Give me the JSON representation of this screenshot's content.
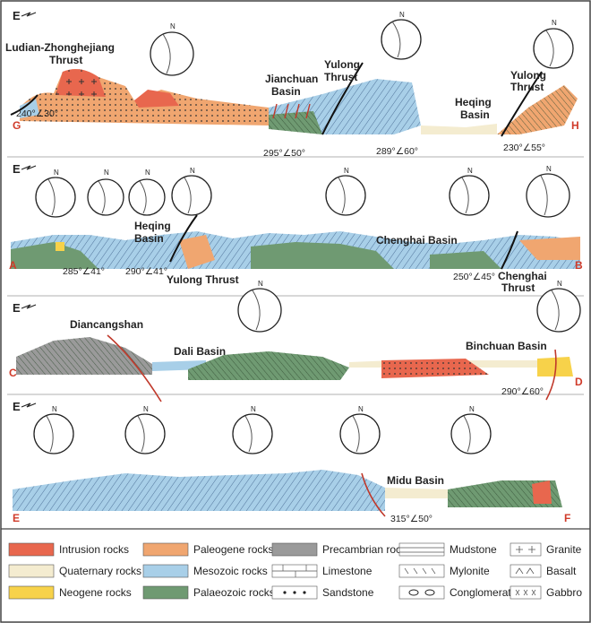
{
  "colors": {
    "intrusion": "#e8674e",
    "quaternary": "#f4ecd0",
    "neogene": "#f7d24a",
    "paleogene": "#f0a670",
    "mesozoic": "#a8cfe8",
    "palaeozoic": "#6f9a72",
    "precambrian": "#9a9a9a",
    "fault": "#c0392b"
  },
  "north_label": "N",
  "direction_label": "E",
  "sections": [
    {
      "id": "GH",
      "start": "G",
      "end": "H",
      "labels": [
        "Ludian-Zhonghejiang",
        "Thrust",
        "Jianchuan",
        "Basin",
        "Yulong",
        "Thrust",
        "Heqing",
        "Basin",
        "Yulong",
        "Thrust"
      ],
      "angles": [
        "240°∠30°",
        "295°∠50°",
        "289°∠60°",
        "230°∠55°"
      ]
    },
    {
      "id": "AB",
      "start": "A",
      "end": "B",
      "labels": [
        "Heqing",
        "Basin",
        "Yulong Thrust",
        "Chenghai Basin",
        "Chenghai",
        "Thrust"
      ],
      "angles": [
        "285°∠41°",
        "290°∠41°",
        "250°∠45°"
      ]
    },
    {
      "id": "CD",
      "start": "C",
      "end": "D",
      "labels": [
        "Diancangshan",
        "Dali Basin",
        "Binchuan Basin"
      ],
      "angles": [
        "290°∠60°"
      ]
    },
    {
      "id": "EF",
      "start": "E",
      "end": "F",
      "labels": [
        "Midu Basin"
      ],
      "angles": [
        "315°∠50°"
      ]
    }
  ],
  "legend": [
    {
      "label": "Intrusion rocks",
      "key": "intrusion"
    },
    {
      "label": "Quaternary rocks",
      "key": "quaternary"
    },
    {
      "label": "Neogene rocks",
      "key": "neogene"
    },
    {
      "label": "Paleogene rocks",
      "key": "paleogene"
    },
    {
      "label": "Mesozoic rocks",
      "key": "mesozoic"
    },
    {
      "label": "Palaeozoic rocks",
      "key": "palaeozoic"
    },
    {
      "label": "Precambrian rocks",
      "key": "precambrian"
    },
    {
      "label": "Limestone",
      "key": "limestone"
    },
    {
      "label": "Sandstone",
      "key": "sandstone"
    },
    {
      "label": "Mudstone",
      "key": "mudstone"
    },
    {
      "label": "Mylonite",
      "key": "mylonite"
    },
    {
      "label": "Conglomerate",
      "key": "conglomerate"
    },
    {
      "label": "Granite",
      "key": "granite"
    },
    {
      "label": "Basalt",
      "key": "basalt"
    },
    {
      "label": "Gabbro",
      "key": "gabbro"
    }
  ]
}
